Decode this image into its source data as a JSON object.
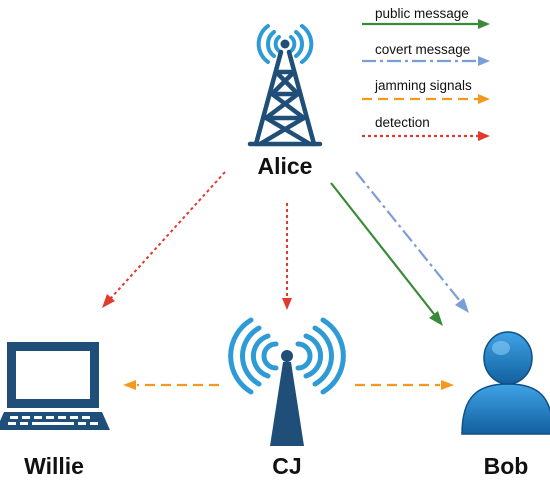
{
  "nodes": {
    "alice": {
      "label": "Alice",
      "icon": "transmission-tower-icon"
    },
    "cj": {
      "label": "CJ",
      "icon": "antenna-icon"
    },
    "willie": {
      "label": "Willie",
      "icon": "laptop-icon"
    },
    "bob": {
      "label": "Bob",
      "icon": "user-icon"
    }
  },
  "legend": {
    "public": {
      "label": "public message",
      "color": "#3a8a3a"
    },
    "covert": {
      "label": "covert message",
      "color": "#7a9fd4"
    },
    "jamming": {
      "label": "jamming signals",
      "color": "#f39a1e"
    },
    "detection": {
      "label": "detection",
      "color": "#e23b2e"
    }
  },
  "colors": {
    "icon_primary": "#1f4e79",
    "icon_signal": "#2e9bd6",
    "bob_fill": "#1f7fc4"
  }
}
